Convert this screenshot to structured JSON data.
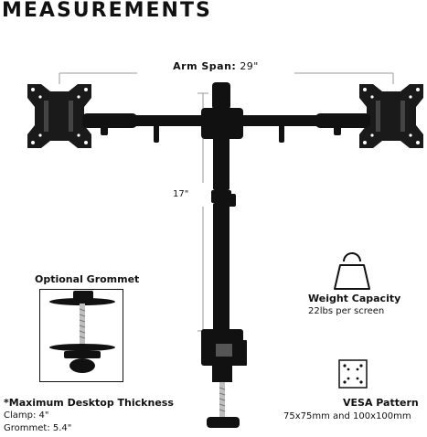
{
  "heading": "MEASUREMENTS",
  "arm_span": {
    "label": "Arm Span:",
    "value": "29\""
  },
  "height": {
    "value": "17\""
  },
  "grommet": {
    "title": "Optional Grommet"
  },
  "desktop_thickness": {
    "title": "*Maximum Desktop Thickness",
    "clamp": "Clamp: 4\"",
    "grommet": "Grommet: 5.4\""
  },
  "weight_capacity": {
    "title": "Weight Capacity",
    "value": "22lbs per screen"
  },
  "vesa": {
    "title": "VESA Pattern",
    "value": "75x75mm and 100x100mm"
  },
  "icons": {
    "weight": "weight-icon",
    "vesa": "vesa-plate-icon"
  },
  "colors": {
    "product": "#111111",
    "dimension_line": "#9a9a9a"
  }
}
